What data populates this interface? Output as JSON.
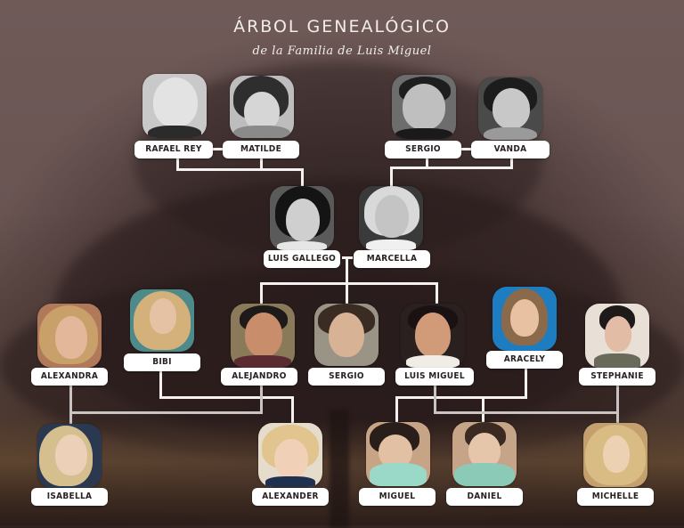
{
  "header": {
    "title": "ÁRBOL GENEALÓGICO",
    "subtitle": "de la Familia de Luis Miguel"
  },
  "colors": {
    "background_top": "#6f5a58",
    "background_bottom": "#2e201c",
    "label_bg": "#ffffff",
    "label_text": "#2a2222",
    "connector_white": "#f4f1f0",
    "connector_grey": "#c9c4c3",
    "title_text": "#f2eceb"
  },
  "generations": {
    "grandparents": [
      {
        "id": "rafael_rey",
        "name": "RAFAEL REY",
        "photo": "grayscale-portrait"
      },
      {
        "id": "matilde",
        "name": "MATILDE",
        "photo": "grayscale-portrait"
      },
      {
        "id": "sergio_gp",
        "name": "SERGIO",
        "photo": "grayscale-portrait"
      },
      {
        "id": "vanda",
        "name": "VANDA",
        "photo": "grayscale-portrait"
      }
    ],
    "parents": [
      {
        "id": "luis_gallego",
        "name": "LUIS GALLEGO",
        "photo": "grayscale-portrait"
      },
      {
        "id": "marcella",
        "name": "MARCELLA",
        "photo": "grayscale-portrait"
      }
    ],
    "children_and_partners": [
      {
        "id": "alexandra",
        "name": "ALEXANDRA",
        "photo": "color-portrait"
      },
      {
        "id": "bibi",
        "name": "BIBI",
        "photo": "color-portrait"
      },
      {
        "id": "alejandro",
        "name": "ALEJANDRO",
        "photo": "color-portrait"
      },
      {
        "id": "sergio",
        "name": "SERGIO",
        "photo": "color-portrait"
      },
      {
        "id": "luis_miguel",
        "name": "LUIS MIGUEL",
        "photo": "color-portrait"
      },
      {
        "id": "aracely",
        "name": "ARACELY",
        "photo": "color-portrait"
      },
      {
        "id": "stephanie",
        "name": "STEPHANIE",
        "photo": "color-portrait"
      }
    ],
    "grandchildren": [
      {
        "id": "isabella",
        "name": "ISABELLA",
        "photo": "color-portrait"
      },
      {
        "id": "alexander",
        "name": "ALEXANDER",
        "photo": "color-portrait"
      },
      {
        "id": "miguel",
        "name": "MIGUEL",
        "photo": "color-portrait"
      },
      {
        "id": "daniel",
        "name": "DANIEL",
        "photo": "color-portrait"
      },
      {
        "id": "michelle",
        "name": "MICHELLE",
        "photo": "color-portrait"
      }
    ]
  },
  "relations": [
    {
      "couple": [
        "RAFAEL REY",
        "MATILDE"
      ],
      "children": [
        "LUIS GALLEGO"
      ]
    },
    {
      "couple": [
        "SERGIO",
        "VANDA"
      ],
      "children": [
        "MARCELLA"
      ]
    },
    {
      "couple": [
        "LUIS GALLEGO",
        "MARCELLA"
      ],
      "children": [
        "ALEJANDRO",
        "SERGIO",
        "LUIS MIGUEL"
      ]
    },
    {
      "couple": [
        "ALEXANDRA",
        "ALEJANDRO"
      ],
      "children": [
        "ISABELLA"
      ]
    },
    {
      "couple": [
        "BIBI",
        "ALEJANDRO"
      ],
      "children": [
        "ALEXANDER"
      ]
    },
    {
      "couple": [
        "LUIS MIGUEL",
        "ARACELY"
      ],
      "children": [
        "MIGUEL",
        "DANIEL"
      ]
    },
    {
      "couple": [
        "LUIS MIGUEL",
        "STEPHANIE"
      ],
      "children": [
        "MICHELLE"
      ]
    }
  ]
}
